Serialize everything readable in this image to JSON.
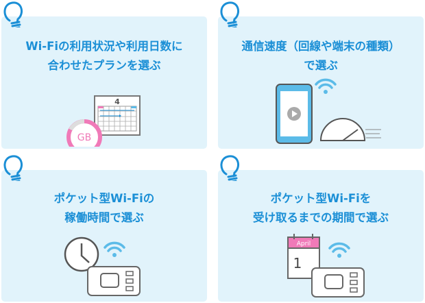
{
  "cards": [
    {
      "line1": "Wi-Fiの利用状況や利用日数に",
      "line2": "合わせたプランを選ぶ",
      "calendar_month": "4",
      "gauge_label": "GB"
    },
    {
      "line1": "通信速度（回線や端末の種類）",
      "line2": "で選ぶ"
    },
    {
      "line1": "ポケット型Wi-Fiの",
      "line2": "稼働時間で選ぶ"
    },
    {
      "line1": "ポケット型Wi-Fiを",
      "line2": "受け取るまでの期間で選ぶ",
      "calendar_month": "April",
      "calendar_day": "1"
    }
  ],
  "colors": {
    "accent": "#1b8fd6",
    "card_bg": "#e1f3fb",
    "pink": "#f07ab8",
    "wifi": "#5bbbe8"
  }
}
